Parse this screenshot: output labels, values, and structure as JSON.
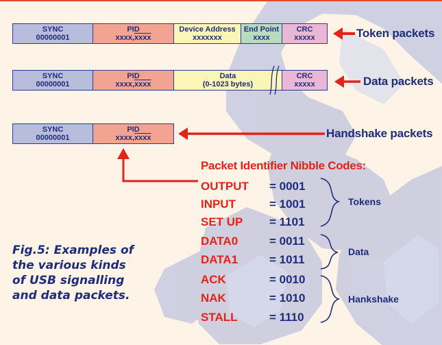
{
  "packets": {
    "token": {
      "label": "Token packets",
      "sync": {
        "name": "SYNC",
        "value": "00000001"
      },
      "pid": {
        "name": "PID",
        "value_a": "xxxx,",
        "value_b": "xxxx"
      },
      "address": {
        "name": "Device Address",
        "value": "xxxxxxx"
      },
      "endpoint": {
        "name": "End Point",
        "value": "xxxx"
      },
      "crc": {
        "name": "CRC",
        "value": "xxxxx"
      }
    },
    "data": {
      "label": "Data packets",
      "sync": {
        "name": "SYNC",
        "value": "00000001"
      },
      "pid": {
        "name": "PID",
        "value_a": "xxxx,",
        "value_b": "xxxx"
      },
      "data": {
        "name": "Data",
        "value": "(0-1023 bytes)"
      },
      "crc": {
        "name": "CRC",
        "value": "xxxxx"
      }
    },
    "handshake": {
      "label": "Handshake packets",
      "sync": {
        "name": "SYNC",
        "value": "00000001"
      },
      "pid": {
        "name": "PID",
        "value_a": "xxxx,",
        "value_b": "xxxx"
      }
    }
  },
  "codes": {
    "title": "Packet Identifier Nibble Codes:",
    "items": [
      {
        "name": "OUTPUT",
        "value": "= 0001"
      },
      {
        "name": "INPUT",
        "value": "= 1001"
      },
      {
        "name": "SET UP",
        "value": "= 1101"
      },
      {
        "name": "DATA0",
        "value": "= 0011"
      },
      {
        "name": "DATA1",
        "value": "= 1011"
      },
      {
        "name": "ACK",
        "value": "= 0010"
      },
      {
        "name": "NAK",
        "value": "= 1010"
      },
      {
        "name": "STALL",
        "value": "= 1110"
      }
    ],
    "groups": [
      {
        "label": "Tokens"
      },
      {
        "label": "Data"
      },
      {
        "label": "Hankshake"
      }
    ]
  },
  "caption": {
    "lines": [
      "Fig.5: Examples of",
      "the various kinds",
      "of USB signalling",
      "and data packets."
    ]
  },
  "colors": {
    "accent_red": "#e2231a",
    "text_blue": "#1f2c7a",
    "sync_fill": "#b7bddb",
    "pid_fill": "#f2a391",
    "data_fill": "#fbf5b8",
    "endpoint_fill": "#b8dcc0",
    "crc_fill": "#eab8d6",
    "background": "#fdf3e6"
  }
}
